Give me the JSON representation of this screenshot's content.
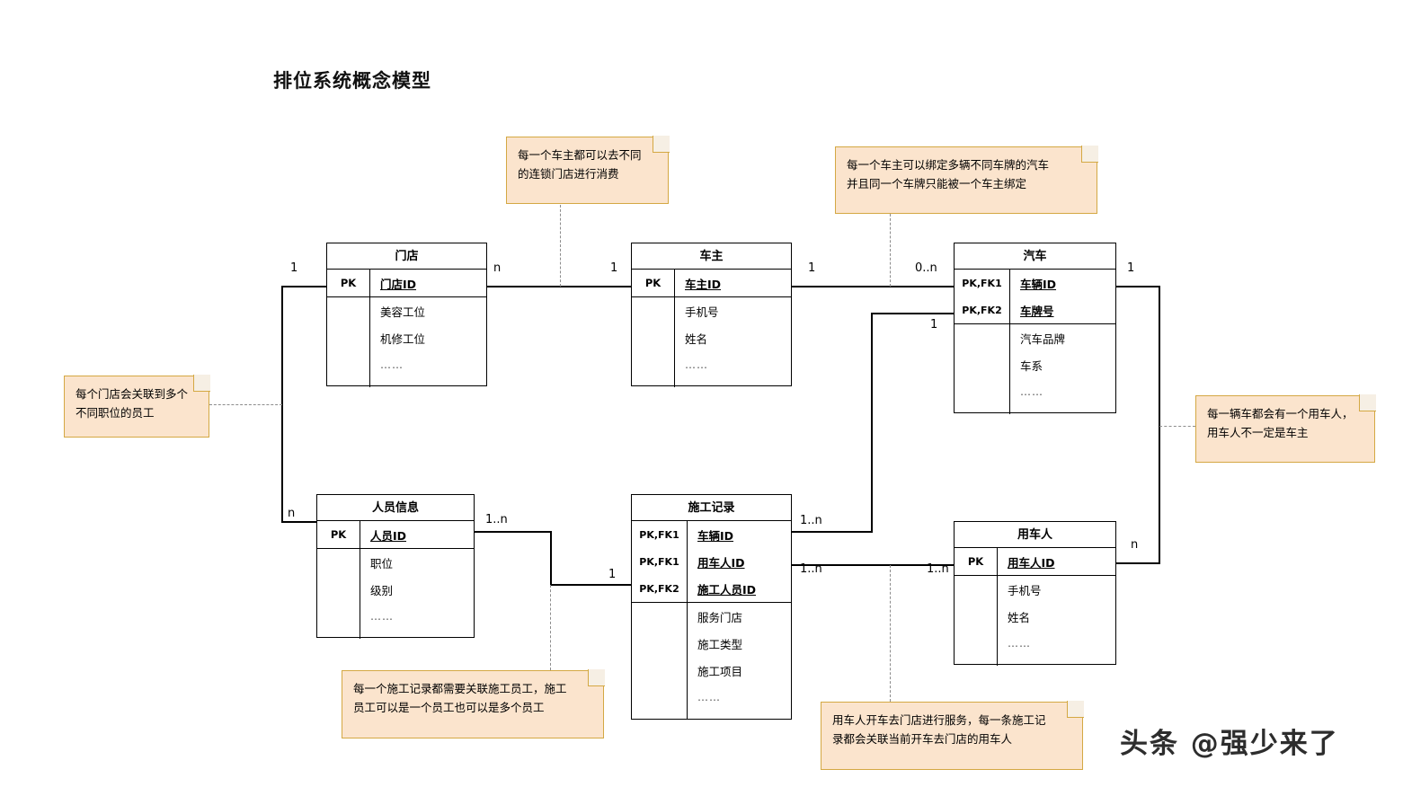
{
  "page": {
    "title": "排位系统概念模型",
    "watermark": "头条 @强少来了"
  },
  "entities": [
    {
      "id": "mendian",
      "name": "门店",
      "keys": [
        {
          "key": "PK",
          "attr": "门店ID"
        }
      ],
      "attrs": [
        "美容工位",
        "机修工位",
        "……"
      ]
    },
    {
      "id": "chezhu",
      "name": "车主",
      "keys": [
        {
          "key": "PK",
          "attr": "车主ID"
        }
      ],
      "attrs": [
        "手机号",
        "姓名",
        "……"
      ]
    },
    {
      "id": "qiche",
      "name": "汽车",
      "keys": [
        {
          "key": "PK,FK1",
          "attr": "车辆ID"
        },
        {
          "key": "PK,FK2",
          "attr": "车牌号"
        }
      ],
      "attrs": [
        "汽车品牌",
        "车系",
        "……"
      ]
    },
    {
      "id": "renyuan",
      "name": "人员信息",
      "keys": [
        {
          "key": "PK",
          "attr": "人员ID"
        }
      ],
      "attrs": [
        "职位",
        "级别",
        "……"
      ]
    },
    {
      "id": "shigong",
      "name": "施工记录",
      "keys": [
        {
          "key": "PK,FK1",
          "attr": "车辆ID"
        },
        {
          "key": "PK,FK1",
          "attr": "用车人ID"
        },
        {
          "key": "PK,FK2",
          "attr": "施工人员ID"
        }
      ],
      "attrs": [
        "服务门店",
        "施工类型",
        "施工项目",
        "……"
      ]
    },
    {
      "id": "yongcheren",
      "name": "用车人",
      "keys": [
        {
          "key": "PK",
          "attr": "用车人ID"
        }
      ],
      "attrs": [
        "手机号",
        "姓名",
        "……"
      ]
    }
  ],
  "notes": [
    {
      "id": "note-chezhu-mendian",
      "text": "每一个车主都可以去不同\n的连锁门店进行消费"
    },
    {
      "id": "note-chezhu-qiche",
      "text": "每一个车主可以绑定多辆不同车牌的汽车\n并且同一个车牌只能被一个车主绑定"
    },
    {
      "id": "note-mendian-renyuan",
      "text": "每个门店会关联到多个\n不同职位的员工"
    },
    {
      "id": "note-qiche-yongcheren",
      "text": "每一辆车都会有一个用车人，\n用车人不一定是车主"
    },
    {
      "id": "note-shigong-renyuan",
      "text": "每一个施工记录都需要关联施工员工，施工\n员工可以是一个员工也可以是多个员工"
    },
    {
      "id": "note-shigong-yongcheren",
      "text": "用车人开车去门店进行服务，每一条施工记\n录都会关联当前开车去门店的用车人"
    }
  ],
  "cardinalities": [
    {
      "id": "card-mendian-left",
      "value": "1"
    },
    {
      "id": "card-mendian-right",
      "value": "n"
    },
    {
      "id": "card-chezhu-left",
      "value": "1"
    },
    {
      "id": "card-chezhu-right",
      "value": "1"
    },
    {
      "id": "card-qiche-left-1",
      "value": "0..n"
    },
    {
      "id": "card-qiche-left-2",
      "value": "1"
    },
    {
      "id": "card-qiche-right",
      "value": "1"
    },
    {
      "id": "card-renyuan-left",
      "value": "n"
    },
    {
      "id": "card-renyuan-right",
      "value": "1..n"
    },
    {
      "id": "card-shigong-left",
      "value": "1"
    },
    {
      "id": "card-shigong-right-1",
      "value": "1..n"
    },
    {
      "id": "card-shigong-right-2",
      "value": "1..n"
    },
    {
      "id": "card-yongcheren-left",
      "value": "1..n"
    },
    {
      "id": "card-yongcheren-right",
      "value": "n"
    }
  ],
  "colors": {
    "note_fill": "#fbe4cd",
    "note_border": "#d4a843",
    "line": "#000000",
    "dashed_line": "#8c8c8c",
    "background": "#ffffff"
  }
}
